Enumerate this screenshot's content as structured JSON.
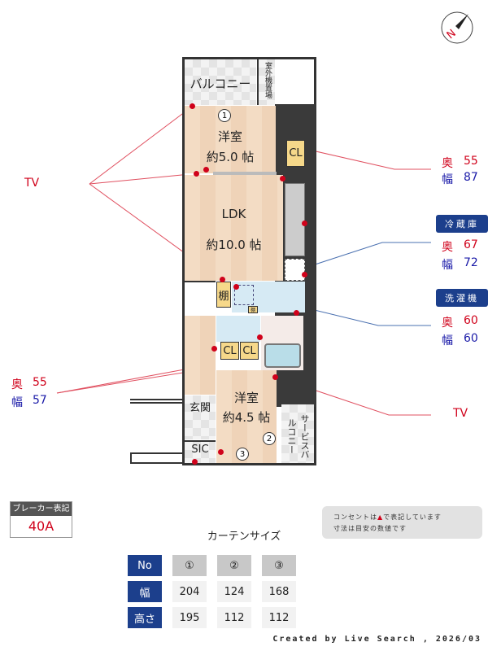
{
  "compass": {
    "label": "N",
    "icon": "north-compass-icon"
  },
  "rooms": {
    "balcony": "バルコニー",
    "outdoor_unit": "室外機置場",
    "western1": {
      "name": "洋室",
      "size": "約5.0 帖"
    },
    "ldk": {
      "name": "LDK",
      "size": "約10.0 帖"
    },
    "western2": {
      "name": "洋室",
      "size": "約4.5 帖"
    },
    "closet": "CL",
    "shelf": "棚",
    "shelf_small": "棚",
    "entrance": "玄関",
    "sic": "SIC",
    "service_balcony": "サービスバルコニー"
  },
  "window_numbers": [
    "1",
    "2",
    "3"
  ],
  "annotations": {
    "tv_left": "TV",
    "tv_right": "TV",
    "cl_upper": {
      "depth_label": "奥",
      "depth": "55",
      "width_label": "幅",
      "width": "87"
    },
    "fridge": {
      "title": "冷蔵庫",
      "depth_label": "奥",
      "depth": "67",
      "width_label": "幅",
      "width": "72"
    },
    "washer": {
      "title": "洗濯機",
      "depth_label": "奥",
      "depth": "60",
      "width_label": "幅",
      "width": "60"
    },
    "cl_lower": {
      "depth_label": "奥",
      "depth": "55",
      "width_label": "幅",
      "width": "57"
    }
  },
  "breaker": {
    "title": "ブレーカー表記",
    "value": "40A"
  },
  "notes": {
    "line1_pre": "コンセントは",
    "line1_post": "で表記しています",
    "line2": "寸法は目安の数値です"
  },
  "curtain": {
    "title": "カーテンサイズ",
    "headers": [
      "No",
      "幅",
      "高さ"
    ],
    "columns": [
      {
        "no": "①",
        "width": "204",
        "height": "195"
      },
      {
        "no": "②",
        "width": "124",
        "height": "112"
      },
      {
        "no": "③",
        "width": "168",
        "height": "112"
      }
    ]
  },
  "credit": "Created by Live Search , 2026/03",
  "colors": {
    "outlet": "#d0021b",
    "tag": "#1c3f8c",
    "depth": "#d0021b",
    "width": "#1a1aa8"
  }
}
